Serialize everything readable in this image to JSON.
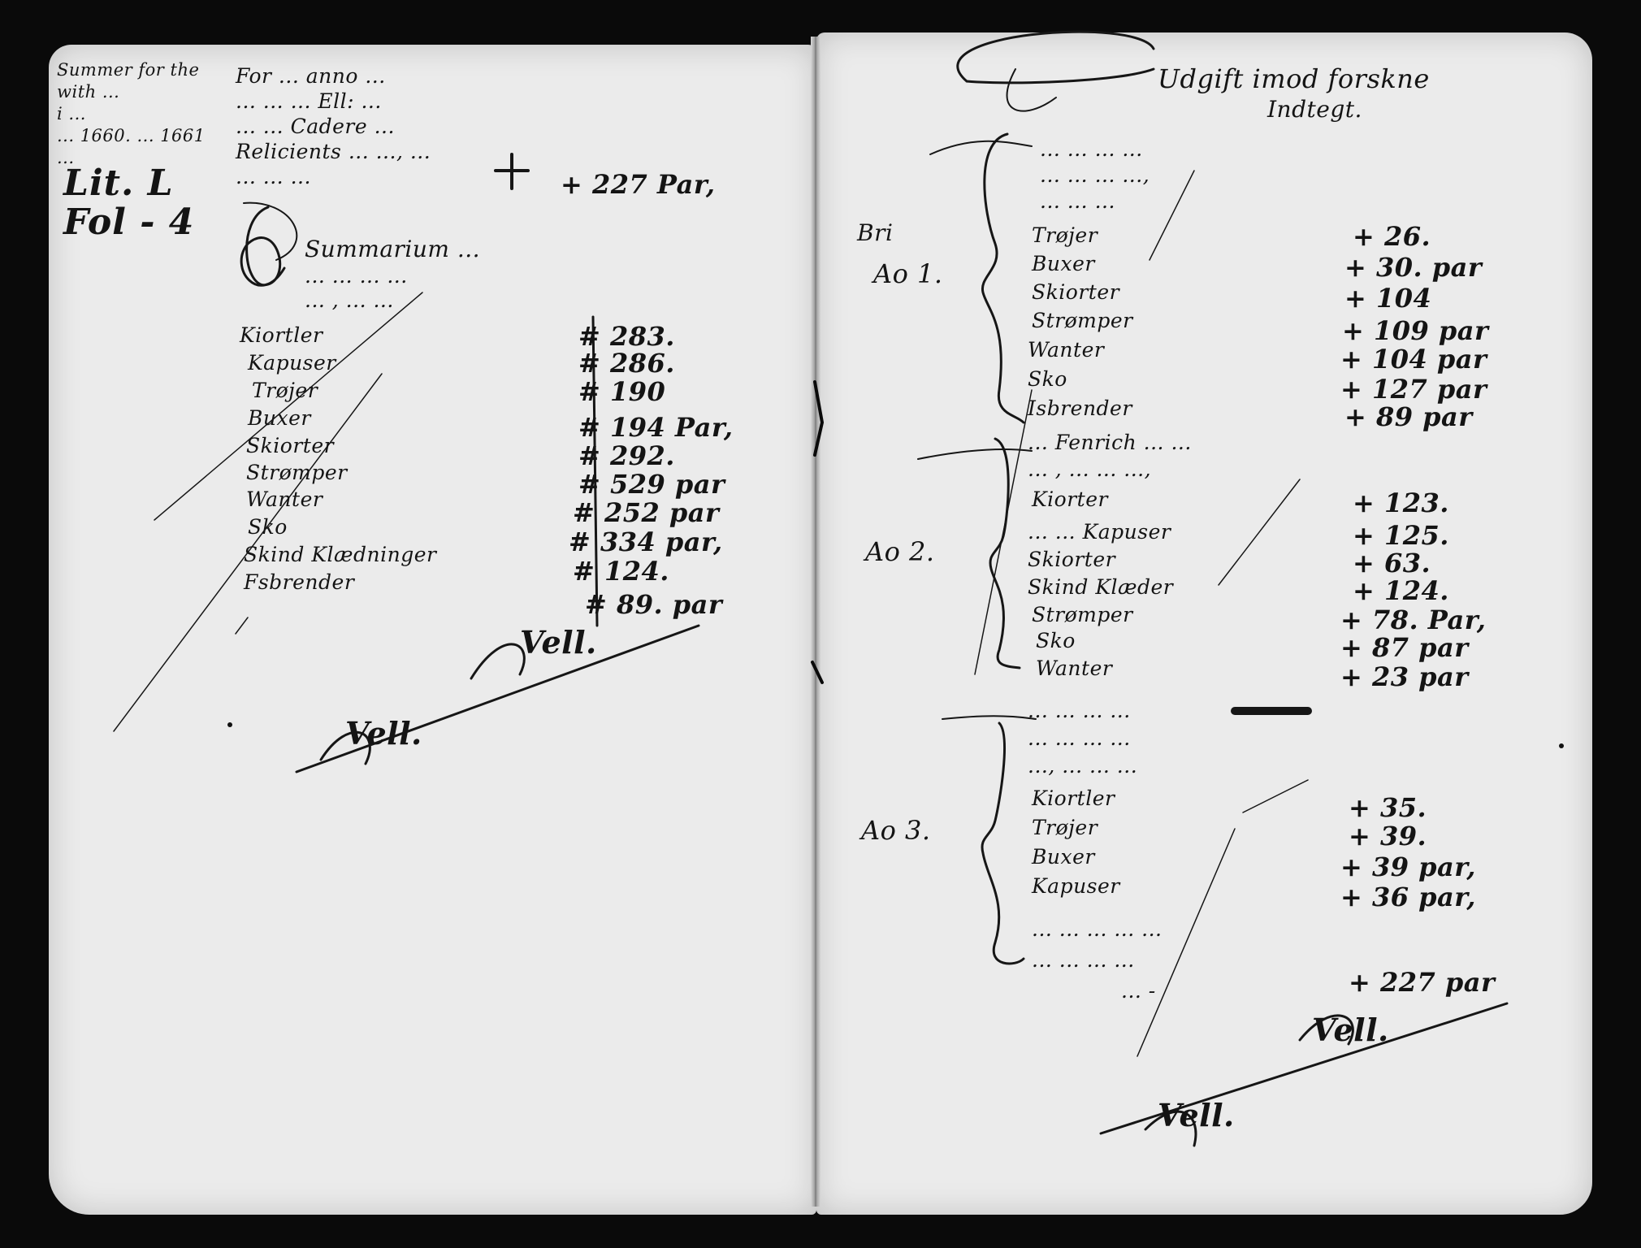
{
  "left_page": {
    "margin_note": [
      "Summer for the",
      "with ... ",
      "i ... ",
      "... 1660. ... 1661",
      "... "
    ],
    "ref_lit": "Lit. L",
    "ref_fol": "Fol - 4",
    "intro_lines": [
      "For ... anno ... ",
      "... ... ... Ell: ...",
      "... ... Cadere ...",
      "Relicients ... ...,  ...",
      "... ...  ... "
    ],
    "intro_total": "+ 227 Par,",
    "summarium_title": "Summarium ... ",
    "summarium_sub": [
      "... ... ... ...",
      "... , ... ..."
    ],
    "rows": [
      {
        "label": "Kiortler",
        "amount": "# 283."
      },
      {
        "label": "Kapuser",
        "amount": "# 286."
      },
      {
        "label": "Trøjer",
        "amount": "# 190"
      },
      {
        "label": "Buxer",
        "amount": "# 194 Par,"
      },
      {
        "label": "Skiorter",
        "amount": "# 292."
      },
      {
        "label": "Strømper",
        "amount": "# 529 par"
      },
      {
        "label": "Wanter",
        "amount": "# 252 par"
      },
      {
        "label": "Sko",
        "amount": "# 334 par,"
      },
      {
        "label": "Skind Klædninger",
        "amount": "# 124."
      },
      {
        "label": "Fsbrender",
        "amount": "# 89. par"
      }
    ],
    "signature_1": "Vell.",
    "signature_2": "Vell."
  },
  "right_page": {
    "title": "Udgift imod forskne",
    "title_2": "Indtegt.",
    "sections": [
      {
        "marker": "Ao 1.",
        "marker_prefix": "Bri",
        "intro": [
          "... ... ... ...",
          "... ... ... ...,",
          "... ... ..."
        ],
        "rows": [
          {
            "label": "Trøjer",
            "amount": "+ 26."
          },
          {
            "label": "Buxer",
            "amount": "+ 30. par"
          },
          {
            "label": "Skiorter",
            "amount": "+ 104"
          },
          {
            "label": "Strømper",
            "amount": "+ 109 par"
          },
          {
            "label": "Wanter",
            "amount": "+ 104 par"
          },
          {
            "label": "Sko",
            "amount": "+ 127 par"
          },
          {
            "label": "Isbrender",
            "amount": "+ 89 par"
          }
        ]
      },
      {
        "marker": "Ao 2.",
        "intro": [
          "... Fenrich ... ...",
          "... , ... ... ...,"
        ],
        "rows": [
          {
            "label": "Kiorter",
            "amount": "+ 123."
          },
          {
            "label": "... ... Kapuser",
            "amount": "+ 125."
          },
          {
            "label": "Skiorter",
            "amount": "+ 63."
          },
          {
            "label": "Skind Klæder",
            "amount": "+ 124."
          },
          {
            "label": "Strømper",
            "amount": "+ 78. Par,"
          },
          {
            "label": "Sko",
            "amount": "+ 87 par"
          },
          {
            "label": "Wanter",
            "amount": "+ 23 par"
          }
        ]
      },
      {
        "marker": "Ao 3.",
        "intro": [
          "... ... ... ...",
          "... ... ... ...",
          "..., ... ... ..."
        ],
        "rows": [
          {
            "label": "Kiortler",
            "amount": "+ 35."
          },
          {
            "label": "Trøjer",
            "amount": "+ 39."
          },
          {
            "label": "Buxer",
            "amount": "+ 39 par,"
          },
          {
            "label": "Kapuser",
            "amount": "+ 36 par,"
          }
        ],
        "outro": [
          "... ... ... ... ...",
          "... ... ... ...",
          "... -"
        ],
        "outro_total": "+ 227 par"
      }
    ],
    "signature_1": "Vell.",
    "signature_2": "Vell."
  }
}
